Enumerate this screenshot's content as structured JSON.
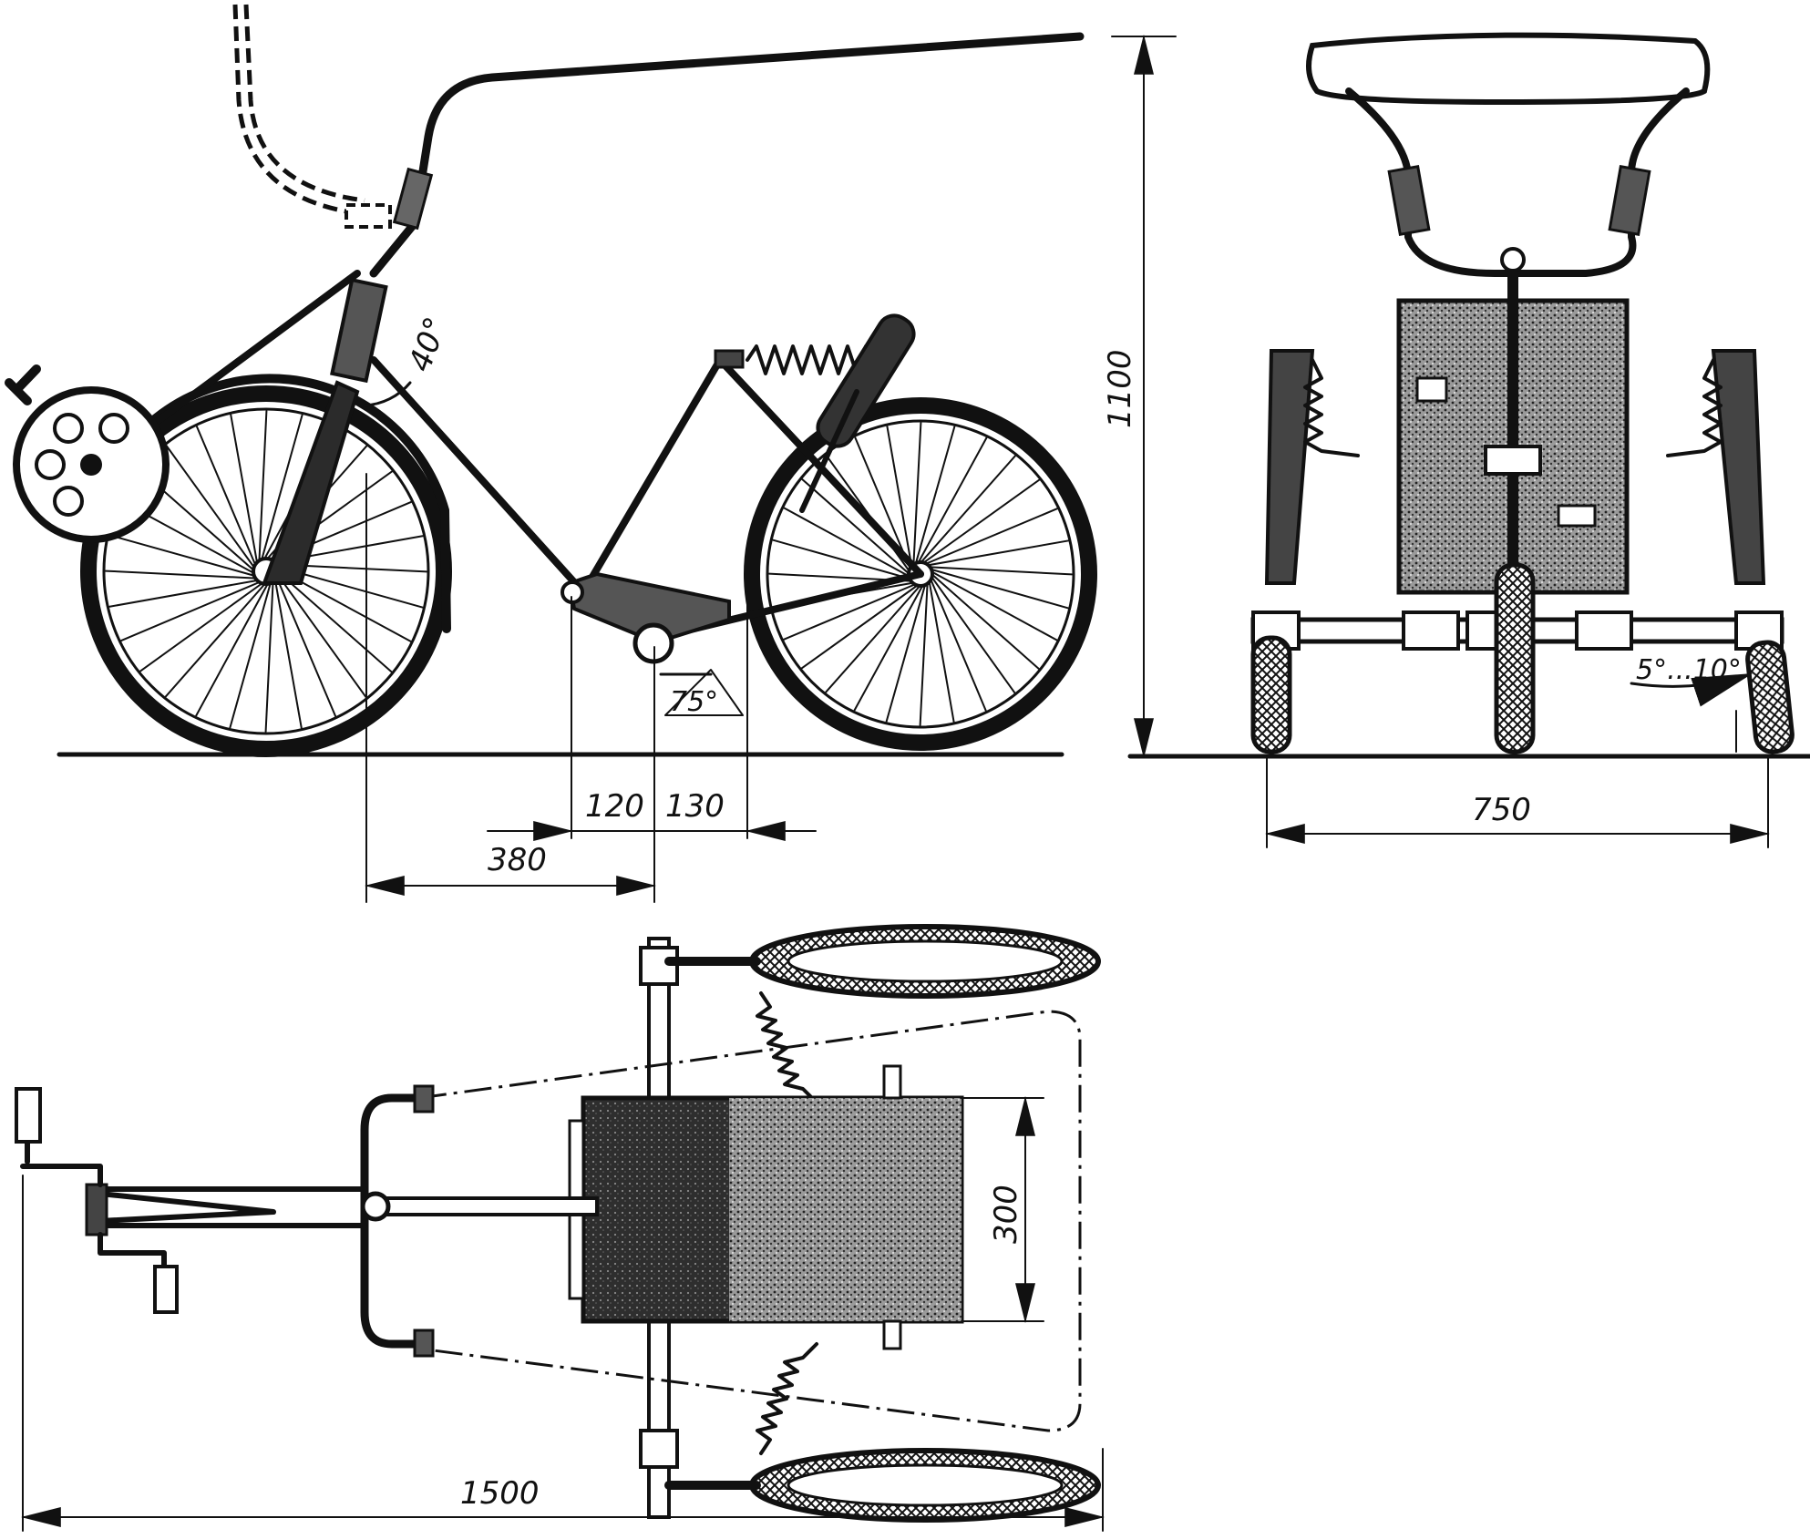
{
  "dimensions": {
    "angle_steering": "40°",
    "angle_crank": "75°",
    "dim_120": "120",
    "dim_130": "130",
    "dim_380": "380",
    "height_1100": "1100",
    "width_750": "750",
    "camber": "5°...10°",
    "width_300": "300",
    "length_1500": "1500"
  },
  "colors": {
    "ink": "#111111",
    "paper": "#ffffff",
    "fill_dark": "#3a3a3a",
    "fill_mid": "#7a7a7a"
  }
}
